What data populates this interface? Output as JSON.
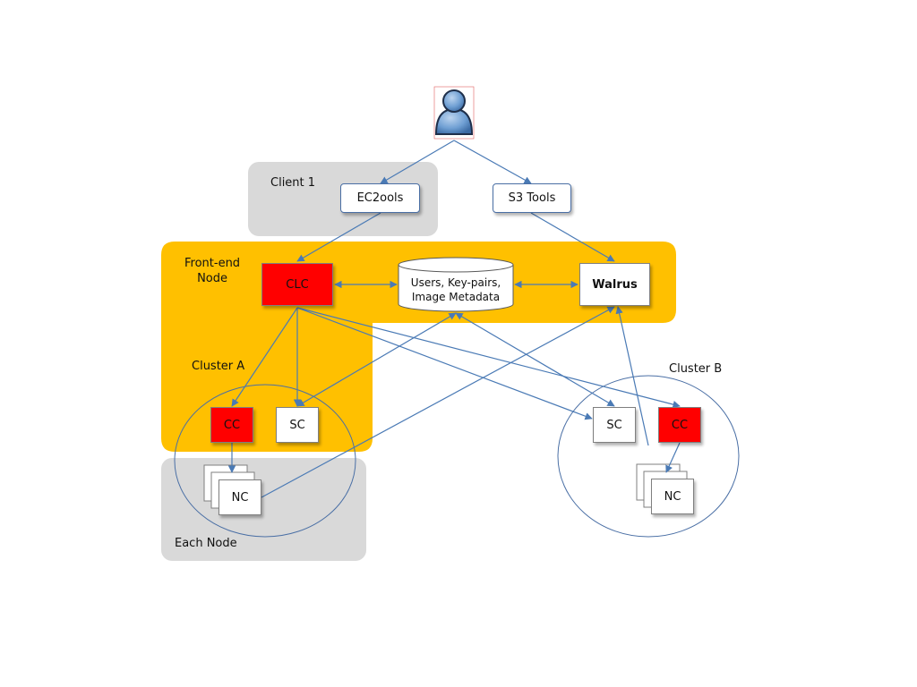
{
  "client": {
    "label": "Client 1",
    "ec2_tools": "EC2ools",
    "s3_tools": "S3 Tools"
  },
  "frontend": {
    "label": "Front-end\nNode",
    "clc": "CLC",
    "database": "Users, Key-pairs,\nImage Metadata",
    "walrus": "Walrus"
  },
  "cluster_a": {
    "label": "Cluster A",
    "cc": "CC",
    "sc": "SC",
    "nc": "NC"
  },
  "cluster_b": {
    "label": "Cluster B",
    "cc": "CC",
    "sc": "SC",
    "nc": "NC"
  },
  "each_node": {
    "label": "Each Node"
  },
  "colors": {
    "frontend": "#ffc000",
    "panel": "#d9d9d9",
    "arrow": "#4a7ab5",
    "controller": "#ff0000"
  }
}
